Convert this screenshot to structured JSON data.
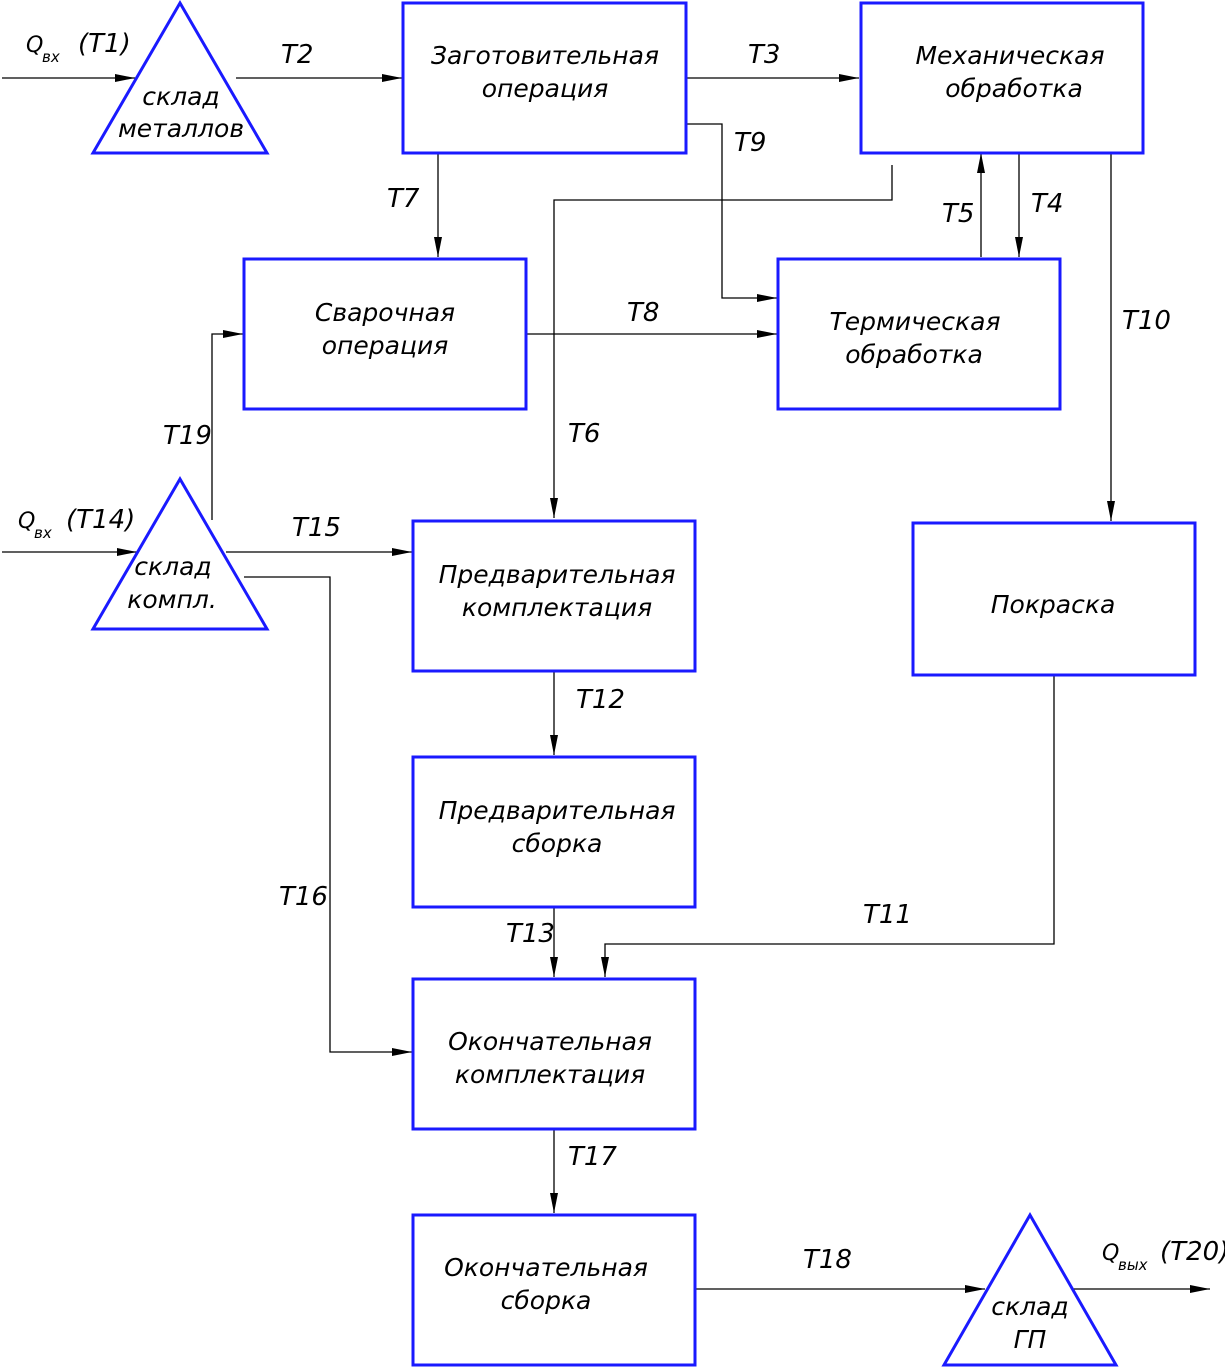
{
  "colors": {
    "block_border": "#1a1aff",
    "flow_line": "#000000",
    "background": "#ffffff"
  },
  "blocks": {
    "zagotovitelnaya": {
      "line1": "Заготовительная",
      "line2": "операция"
    },
    "mekhanicheskaya": {
      "line1": "Механическая",
      "line2": "обработка"
    },
    "svarochnaya": {
      "line1": "Сварочная",
      "line2": "операция"
    },
    "termicheskaya": {
      "line1": "Термическая",
      "line2": "обработка"
    },
    "pred_komplektatsiya": {
      "line1": "Предварительная",
      "line2": "комплектация"
    },
    "pokraska": {
      "line1": "Покраска"
    },
    "pred_sborka": {
      "line1": "Предварительная",
      "line2": "сборка"
    },
    "okonch_komplektatsiya": {
      "line1": "Окончательная",
      "line2": "комплектация"
    },
    "okonch_sborka": {
      "line1": "Окончательная",
      "line2": "сборка"
    }
  },
  "warehouses": {
    "metals": {
      "line1": "склад",
      "line2": "металлов"
    },
    "components": {
      "line1": "склад",
      "line2": "компл."
    },
    "finished": {
      "line1": "склад",
      "line2": "ГП"
    }
  },
  "inputs": {
    "q_in_1": {
      "symbol": "Q",
      "subscript": "вх",
      "label": "(T1)"
    },
    "q_in_2": {
      "symbol": "Q",
      "subscript": "вх",
      "label": "(T14)"
    },
    "q_out": {
      "symbol": "Q",
      "subscript": "вых",
      "label": "(T20)"
    }
  },
  "flows": {
    "t2": "T2",
    "t3": "T3",
    "t4": "T4",
    "t5": "T5",
    "t6": "T6",
    "t7": "T7",
    "t8": "T8",
    "t9": "T9",
    "t10": "T10",
    "t11": "T11",
    "t12": "T12",
    "t13": "T13",
    "t15": "T15",
    "t16": "T16",
    "t17": "T17",
    "t18": "T18",
    "t19": "T19"
  }
}
